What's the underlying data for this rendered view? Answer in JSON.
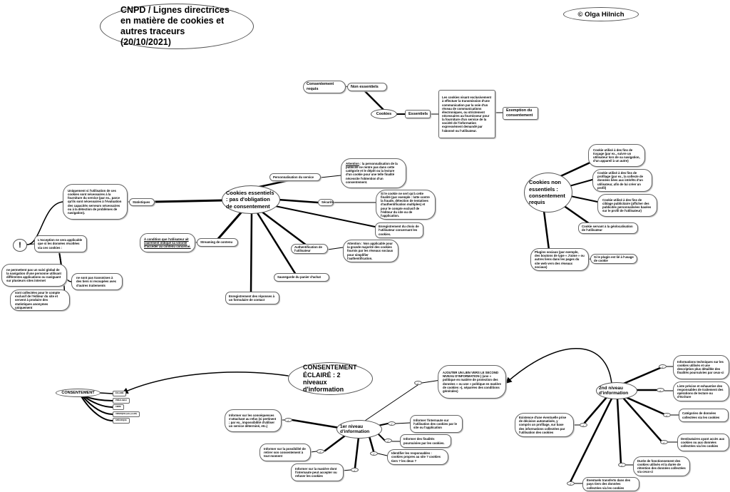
{
  "title": "CNPD / Lignes directrices en matière de cookies et autres traceurs (20/10/2021)",
  "copyright": "© Olga Hilnich",
  "cookies": {
    "root": "Cookies",
    "non_essentiels": "Non essentiels",
    "consentement_requis": "Consentement requis",
    "essentiels": "Essentiels",
    "definition": "Les cookies visant exclusivement à effectuer la transmission d'une communication par la voie d'un réseau de communications électroniques, ou strictement nécessaires au fournisseur pour la fourniture d'un service de la société de l'information expressément demandé par l'abonné ou l'utilisateur.",
    "exemption": "Exemption du consentement"
  },
  "essentials": {
    "center": "Cookies essentiels : pas d'obligation de consentement",
    "statistiques": "Statistiques",
    "statistiques_note": "Uniquement si l'utilisation de ces cookies sont nécessaires à la fourniture du service (par ex., parce qu'ils sont nécessaires à l'évaluation des capacités serveurs nécessaires ou à la détection de problèmes de navigation).",
    "exclamation": "!",
    "exception": "L'exception ne sera applicable que si les données récoltées via ces cookies :",
    "cond1": "ne permettent pas un suivi global de la navigation d'une personne utilisant différentes applications ou naviguant sur plusieurs sites internet",
    "cond2": "sont collectées pour le compte exclusif de l'éditeur du site et servent à produire des statistiques anonymes uniquement",
    "cond3": "ne sont pas transmises à des tiers ni recoupées avec d'autres traitements",
    "personnalisation": "Personnalisation du service",
    "personnalisation_note_lead": "Attention",
    "personnalisation_note": " : la personnalisation de la publicité ne rentre pas dans cette catégorie et le dépôt ou la lecture d'un cookie pour une telle finalité nécessite l'obtention d'un consentement.",
    "securite": "Sécurité",
    "securite_note": "Si le cookie ne sert qu'à cette finalité (par exemple : lutte contre la fraude, détection de tentatives d'authentification multiples) et pour le compte exclusif de l'éditeur du site ou de l'application.",
    "choix": "Enregistrement du choix de l'utilisateur concernant les cookies.",
    "authentification": "Authentification de l'utilisateur",
    "authentification_note": "Attention : Non applicable pour la grande majorité des cookies fournis par les réseaux sociaux pour simplifier l'authentification.",
    "panier": "Sauvegarde du panier d'achat",
    "formulaire": "Enregistrement des réponses à un formulaire de contact",
    "streaming": "Streaming de contenu",
    "streaming_note": "À condition que l'utilisateur ait clairement indiqué sa volonté d'accéder au contenu concerné."
  },
  "non_essentials": {
    "center": "Cookies non essentiels : consentement requis",
    "tracage": "Cookie utilisé à des fins de traçage (par ex., suivre un utilisateur lors de sa navigation, d'un appareil à un autre)",
    "profilage": "Cookie utilisé à des fins de profilage (par ex., la collecte de données liées aux intérêts d'un utilisateur, afin de lui créer un profil)",
    "ciblage": "Cookie utilisé à des fins de ciblage publicitaire (afficher des publicités personnalisées basées sur le profil de l'utilisateur)",
    "geolocalisation": "Cookie servant à la géolocalisation de l'utilisateur",
    "plugins": "Plugins sociaux (par exemple, des boutons de type « J'aime » ou autres liens dans les pages du site web vers des réseaux sociaux)",
    "plugins_note": "Si le plugin est lié à l'usage de cookie"
  },
  "consent": {
    "root": "CONSENTEMENT",
    "qualities": [
      "ÉCLAIRÉ",
      "PRÉALABLE",
      "LIBRE",
      "UNIVOQUE (acte positif)",
      "SPÉCIFIQUE"
    ],
    "eclaire": "CONSENTEMENT ÉCLAIRÉ : 2 niveaux d'information"
  },
  "first_level": {
    "center": "1er niveau d'information",
    "items": [
      "Informer sur les conséquences s'attachant au refus (si pertinent ; par ex., impossibilité d'utiliser un service déterminé, etc.)",
      "Informer l'internaute sur l'utilisation des cookies par le site ou l'application",
      "Informer des finalités poursuivies par les cookies.",
      "Identifier les responsables : cookies propres au site ? cookies tiers ? les deux ?",
      "Informer sur la possibilité de retirer son consentement à tout moment",
      "Informer sur la manière dont l'internaute peut accepter ou refuser les cookies"
    ],
    "link": "AJOUTER UN LIEN VERS LE SECOND NIVEAU D'INFORMATION ( (une « politique en matière de protection des données » ou une « politique en matière de cookies »), séparées des conditions générales)"
  },
  "second_level": {
    "center": "2nd niveau d'information",
    "items": [
      "Informations techniques sur les cookies utilisés et une description plus détaillée des finalités poursuivies par ceux-ci",
      "Liste précise et exhaustive des responsables de traitement des opérations de lecture ou d'écriture",
      "Catégories de données collectées via les cookies",
      "Destinataires ayant accès aux cookies ou aux données collectées via les cookies",
      "Durée de fonctionnement des cookies utilisés et la durée de rétention des données collectées via ceux-ci",
      "Éventuels transferts dans des pays tiers des données collectées via les cookies",
      "Existence d'une éventuelle prise de décision automatisée, y compris un profilage, sur base des informations collectées par l'utilisation des cookies"
    ]
  }
}
